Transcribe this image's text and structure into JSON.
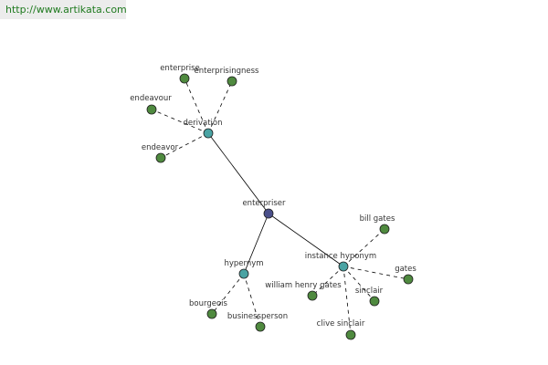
{
  "banner": {
    "url": "http://www.artikata.com"
  },
  "graph": {
    "colors": {
      "root_fill": "#4a4f8a",
      "relation_fill": "#4aa3a3",
      "leaf_fill": "#4f8a3f",
      "node_stroke": "#1f1f1f",
      "edge": "#000000"
    },
    "nodes": [
      {
        "id": "enterpriser",
        "label": "enterpriser",
        "kind": "root"
      },
      {
        "id": "derivation",
        "label": "derivation",
        "kind": "relation"
      },
      {
        "id": "hypernym",
        "label": "hypernym",
        "kind": "relation"
      },
      {
        "id": "instance-hyponym",
        "label": "instance hyponym",
        "kind": "relation"
      },
      {
        "id": "enterprise",
        "label": "enterprise",
        "kind": "leaf"
      },
      {
        "id": "enterprisingness",
        "label": "enterprisingness",
        "kind": "leaf"
      },
      {
        "id": "endeavour",
        "label": "endeavour",
        "kind": "leaf"
      },
      {
        "id": "endeavor",
        "label": "endeavor",
        "kind": "leaf"
      },
      {
        "id": "bourgeois",
        "label": "bourgeois",
        "kind": "leaf"
      },
      {
        "id": "businessperson",
        "label": "businessperson",
        "kind": "leaf"
      },
      {
        "id": "bill-gates",
        "label": "bill gates",
        "kind": "leaf"
      },
      {
        "id": "gates",
        "label": "gates",
        "kind": "leaf"
      },
      {
        "id": "william-henry-gates",
        "label": "william henry gates",
        "kind": "leaf"
      },
      {
        "id": "sinclair",
        "label": "sinclair",
        "kind": "leaf"
      },
      {
        "id": "clive-sinclair",
        "label": "clive sinclair",
        "kind": "leaf"
      }
    ],
    "edges": [
      {
        "from": "enterpriser",
        "to": "derivation",
        "style": "solid"
      },
      {
        "from": "enterpriser",
        "to": "hypernym",
        "style": "solid"
      },
      {
        "from": "enterpriser",
        "to": "instance-hyponym",
        "style": "solid"
      },
      {
        "from": "derivation",
        "to": "enterprise",
        "style": "dashed"
      },
      {
        "from": "derivation",
        "to": "enterprisingness",
        "style": "dashed"
      },
      {
        "from": "derivation",
        "to": "endeavour",
        "style": "dashed"
      },
      {
        "from": "derivation",
        "to": "endeavor",
        "style": "dashed"
      },
      {
        "from": "hypernym",
        "to": "bourgeois",
        "style": "dashed"
      },
      {
        "from": "hypernym",
        "to": "businessperson",
        "style": "dashed"
      },
      {
        "from": "instance-hyponym",
        "to": "bill-gates",
        "style": "dashed"
      },
      {
        "from": "instance-hyponym",
        "to": "gates",
        "style": "dashed"
      },
      {
        "from": "instance-hyponym",
        "to": "william-henry-gates",
        "style": "dashed"
      },
      {
        "from": "instance-hyponym",
        "to": "sinclair",
        "style": "dashed"
      },
      {
        "from": "instance-hyponym",
        "to": "clive-sinclair",
        "style": "dashed"
      }
    ]
  }
}
